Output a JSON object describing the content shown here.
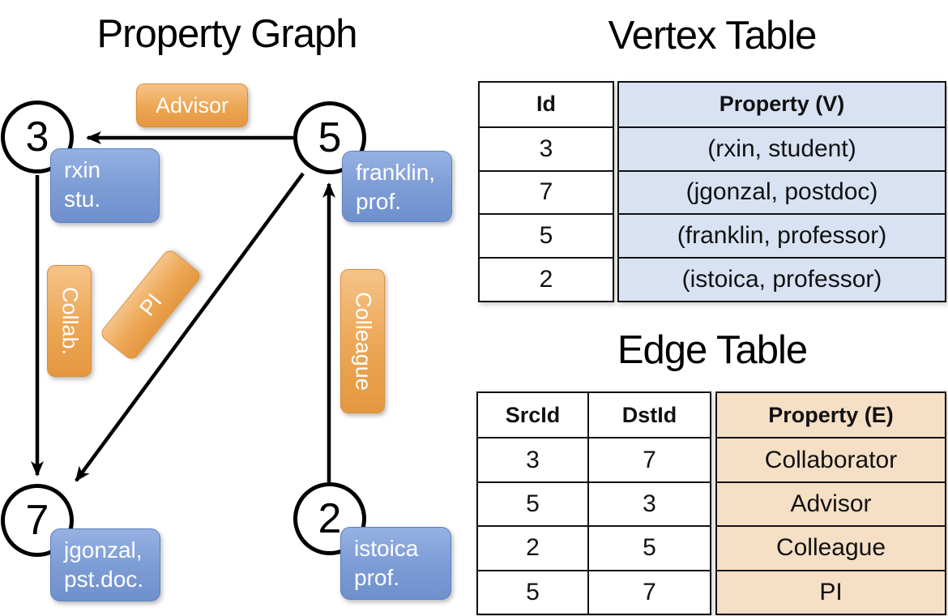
{
  "graph": {
    "title": "Property Graph",
    "vertices": [
      {
        "id": "3",
        "label_lines": [
          "rxin",
          "stu."
        ]
      },
      {
        "id": "5",
        "label_lines": [
          "franklin,",
          "prof."
        ]
      },
      {
        "id": "7",
        "label_lines": [
          "jgonzal,",
          "pst.doc."
        ]
      },
      {
        "id": "2",
        "label_lines": [
          "istoica",
          "prof."
        ]
      }
    ],
    "edges": [
      {
        "label": "Advisor",
        "from": "5",
        "to": "3"
      },
      {
        "label": "Collab.",
        "from": "3",
        "to": "7"
      },
      {
        "label": "PI",
        "from": "5",
        "to": "7"
      },
      {
        "label": "Colleague",
        "from": "2",
        "to": "5"
      }
    ]
  },
  "vertex_table": {
    "title": "Vertex Table",
    "columns": [
      "Id",
      "Property (V)"
    ],
    "rows": [
      [
        "3",
        "(rxin, student)"
      ],
      [
        "7",
        "(jgonzal, postdoc)"
      ],
      [
        "5",
        "(franklin, professor)"
      ],
      [
        "2",
        "(istoica, professor)"
      ]
    ]
  },
  "edge_table": {
    "title": "Edge Table",
    "columns": [
      "SrcId",
      "DstId",
      "Property (E)"
    ],
    "rows": [
      [
        "3",
        "7",
        "Collaborator"
      ],
      [
        "5",
        "3",
        "Advisor"
      ],
      [
        "2",
        "5",
        "Colleague"
      ],
      [
        "5",
        "7",
        "PI"
      ]
    ]
  },
  "colors": {
    "edge_label_orange": "#ECA654",
    "vertex_box_blue": "#7E9DD6",
    "vertex_cell_fill": "#D8E2F3",
    "edge_cell_fill": "#F5DFC5",
    "line_black": "#000000"
  }
}
